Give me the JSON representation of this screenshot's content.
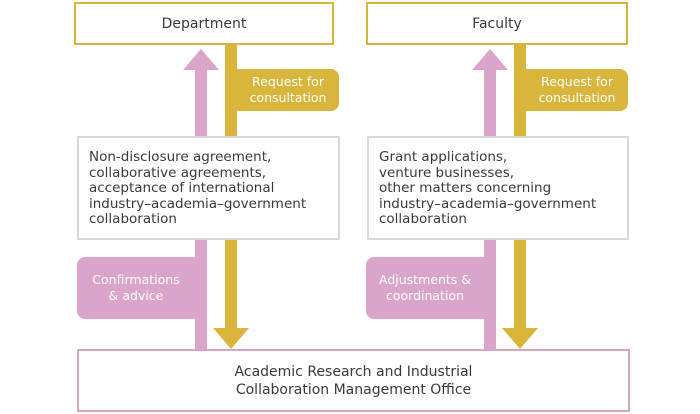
{
  "diagram": {
    "department": "Department",
    "faculty": "Faculty",
    "left_request": [
      "Request for",
      "consultation"
    ],
    "right_request": [
      "Request for",
      "consultation"
    ],
    "left_middle": [
      "Non-disclosure agreement,",
      "collaborative agreements,",
      "acceptance of international",
      "industry–academia–government",
      "collaboration"
    ],
    "right_middle": [
      "Grant applications,",
      "venture businesses,",
      "other matters concerning",
      "industry–academia–government",
      "collaboration"
    ],
    "left_response": [
      "Confirmations",
      "& advice"
    ],
    "right_response": [
      "Adjustments &",
      "coordination"
    ],
    "office": [
      "Academic Research and Industrial",
      "Collaboration Management Office"
    ]
  },
  "colors": {
    "gold": "#dab53c",
    "pink": "#dba5c9",
    "gray_border": "#d8d8d8"
  }
}
